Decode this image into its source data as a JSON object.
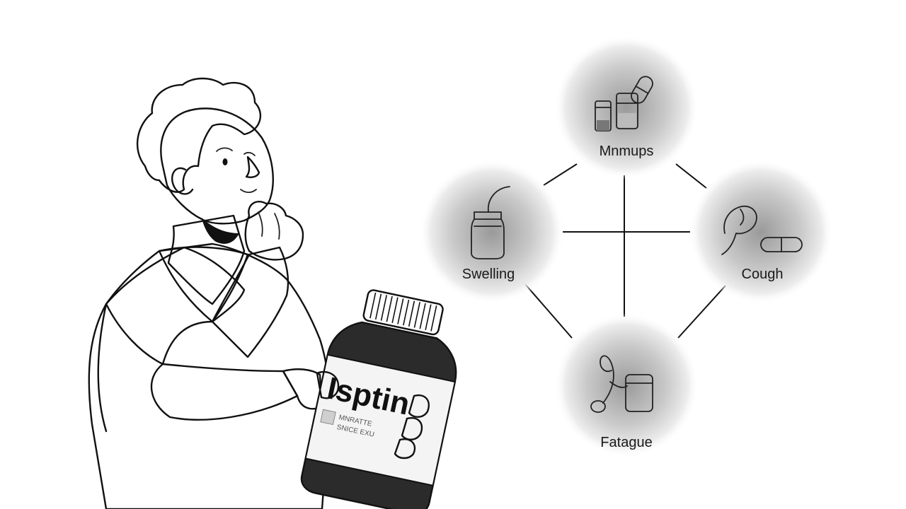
{
  "bottle": {
    "brand": "Isptin",
    "small_line_1": "MNRATTE",
    "small_line_2": "SNICE EXU"
  },
  "nodes": [
    {
      "id": "top",
      "label": "Mnmups"
    },
    {
      "id": "left",
      "label": "Swelling"
    },
    {
      "id": "right",
      "label": "Cough"
    },
    {
      "id": "bottom",
      "label": "Fatague"
    }
  ]
}
